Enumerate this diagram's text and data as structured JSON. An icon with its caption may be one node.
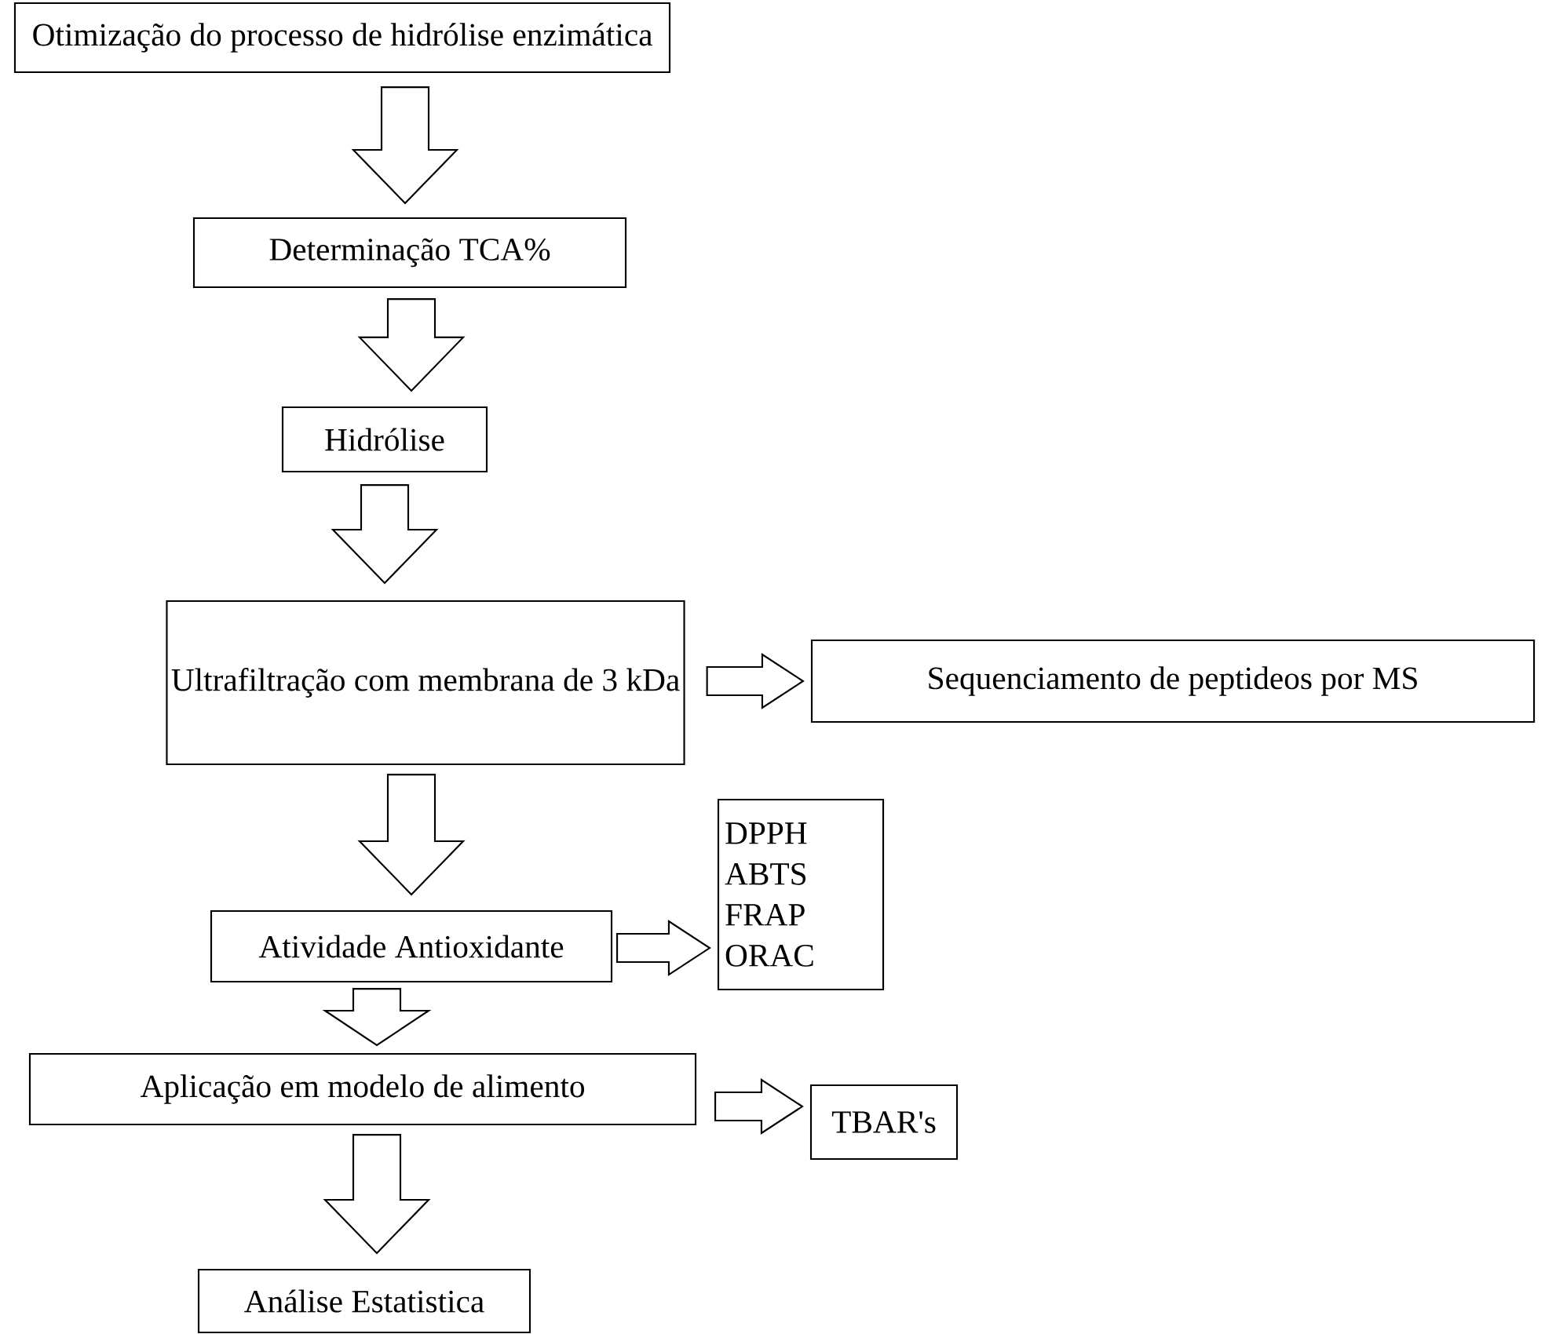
{
  "diagram": {
    "nodes": [
      {
        "text": [
          "Otimização do processo de hidrólise enzimática"
        ]
      },
      {
        "text": [
          "Determinação TCA%"
        ]
      },
      {
        "text": [
          "Hidrólise"
        ]
      },
      {
        "text": [
          "Ultrafiltração com membrana de 3 kDa"
        ]
      },
      {
        "text": [
          "Sequenciamento de peptideos por MS"
        ]
      },
      {
        "text": [
          "Atividade Antioxidante"
        ]
      },
      {
        "text": [
          "DPPH",
          "ABTS",
          "FRAP",
          "ORAC"
        ]
      },
      {
        "text": [
          "Aplicação em modelo de alimento"
        ]
      },
      {
        "text": [
          "TBAR's"
        ]
      },
      {
        "text": [
          "Análise Estatistica"
        ]
      }
    ],
    "edges": [
      {
        "from": 0,
        "to": 1,
        "arrow": "to"
      },
      {
        "from": 1,
        "to": 2,
        "arrow": "to"
      },
      {
        "from": 2,
        "to": 3,
        "arrow": "to"
      },
      {
        "from": 3,
        "to": 4,
        "arrow": "to"
      },
      {
        "from": 3,
        "to": 5,
        "arrow": "to"
      },
      {
        "from": 5,
        "to": 6,
        "arrow": "to"
      },
      {
        "from": 5,
        "to": 7,
        "arrow": "to"
      },
      {
        "from": 7,
        "to": 8,
        "arrow": "to"
      },
      {
        "from": 7,
        "to": 9,
        "arrow": "to"
      }
    ]
  }
}
